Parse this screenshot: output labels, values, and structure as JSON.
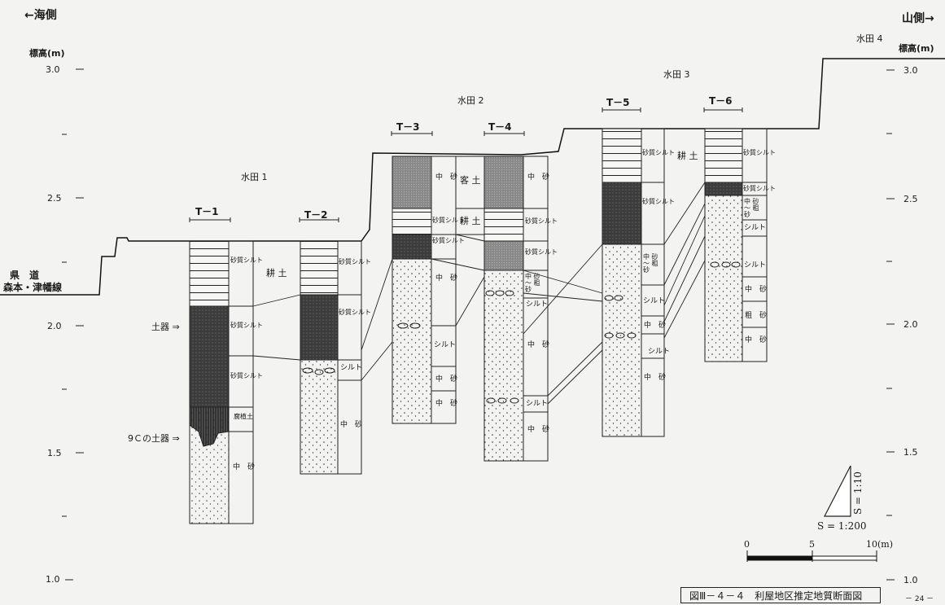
{
  "sides": {
    "left": "←海側",
    "right": "山側→"
  },
  "axis_title": "標高(m)",
  "ticks": [
    "3.0",
    "2.5",
    "2.0",
    "1.5",
    "1.0"
  ],
  "road": {
    "line1": "県　道",
    "line2": "森本・津幡線"
  },
  "paddies": [
    "水田 1",
    "水田 2",
    "水田 3",
    "水田 4"
  ],
  "trenches": [
    {
      "id": "T－1",
      "layers": [
        "砂質シルト",
        "耕 土",
        "砂質シルト",
        "砂質シルト",
        "腐植土",
        "中　砂"
      ]
    },
    {
      "id": "T－2",
      "layers": [
        "砂質シルト",
        "砂質シルト",
        "シルト",
        "中　砂"
      ]
    },
    {
      "id": "T－3",
      "layers": [
        "中　砂",
        "客 土",
        "砂質シルト",
        "耕 土",
        "砂質シルト",
        "中　砂",
        "シルト",
        "中　砂",
        "中　砂"
      ]
    },
    {
      "id": "T－4",
      "layers": [
        "中　砂",
        "砂質シルト",
        "砂質シルト",
        "中 砂～ 粗 砂",
        "シルト",
        "中　砂",
        "シルト",
        "中　砂"
      ]
    },
    {
      "id": "T－5",
      "layers": [
        "砂質シルト",
        "耕 土",
        "砂質シルト",
        "中 砂～ 粗 砂",
        "シルト",
        "中　砂",
        "シルト",
        "中　砂"
      ]
    },
    {
      "id": "T－6",
      "layers": [
        "砂質シルト",
        "砂質シルト",
        "中 砂～ 粗 砂",
        "シルト",
        "シルト",
        "中　砂",
        "粗　砂",
        "中　砂"
      ]
    }
  ],
  "annotations": {
    "pottery": "土器 ⇒",
    "pottery9c": "9Ｃの土器 ⇒"
  },
  "scale": {
    "ratio_v": "S = 1:10",
    "ratio_h": "S = 1:200",
    "bar_labels": [
      "0",
      "5",
      "10(m)"
    ]
  },
  "caption": "図Ⅲ－４－４　利屋地区推定地質断面図",
  "page_num": "－ 24 －"
}
